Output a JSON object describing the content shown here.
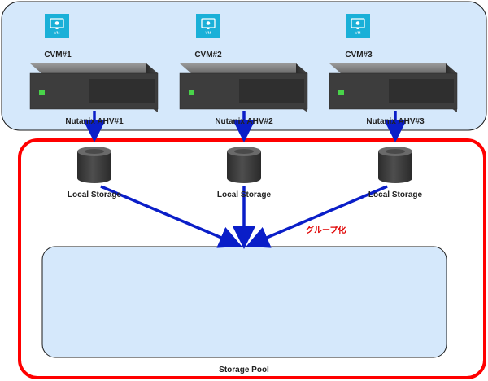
{
  "colors": {
    "cluster_fill": "#d5e8fb",
    "cluster_stroke": "#1a1a1a",
    "storage_group_stroke": "#ff0000",
    "pool_fill": "#d5e8fb",
    "arrow": "#0a1ec8",
    "server_body": "#3d3d3d",
    "server_led": "#49d34a",
    "vm_icon": "#1ab0d8",
    "disk": "#3a3a3a",
    "group_label": "#e00000"
  },
  "nodes": [
    {
      "cvm_label": "CVM#1",
      "vm_icon_text": "VM",
      "host_label": "Nutanix AHV#1",
      "storage_label": "Local Storage"
    },
    {
      "cvm_label": "CVM#2",
      "vm_icon_text": "VM",
      "host_label": "Nutanix AHV#2",
      "storage_label": "Local Storage"
    },
    {
      "cvm_label": "CVM#3",
      "vm_icon_text": "VM",
      "host_label": "Nutanix AHV#3",
      "storage_label": "Local Storage"
    }
  ],
  "group_label": "グループ化",
  "pool_label": "Storage Pool",
  "icons": {
    "vm": "vm-monitor-icon",
    "server": "server-icon",
    "disk": "disk-cylinder-icon"
  }
}
